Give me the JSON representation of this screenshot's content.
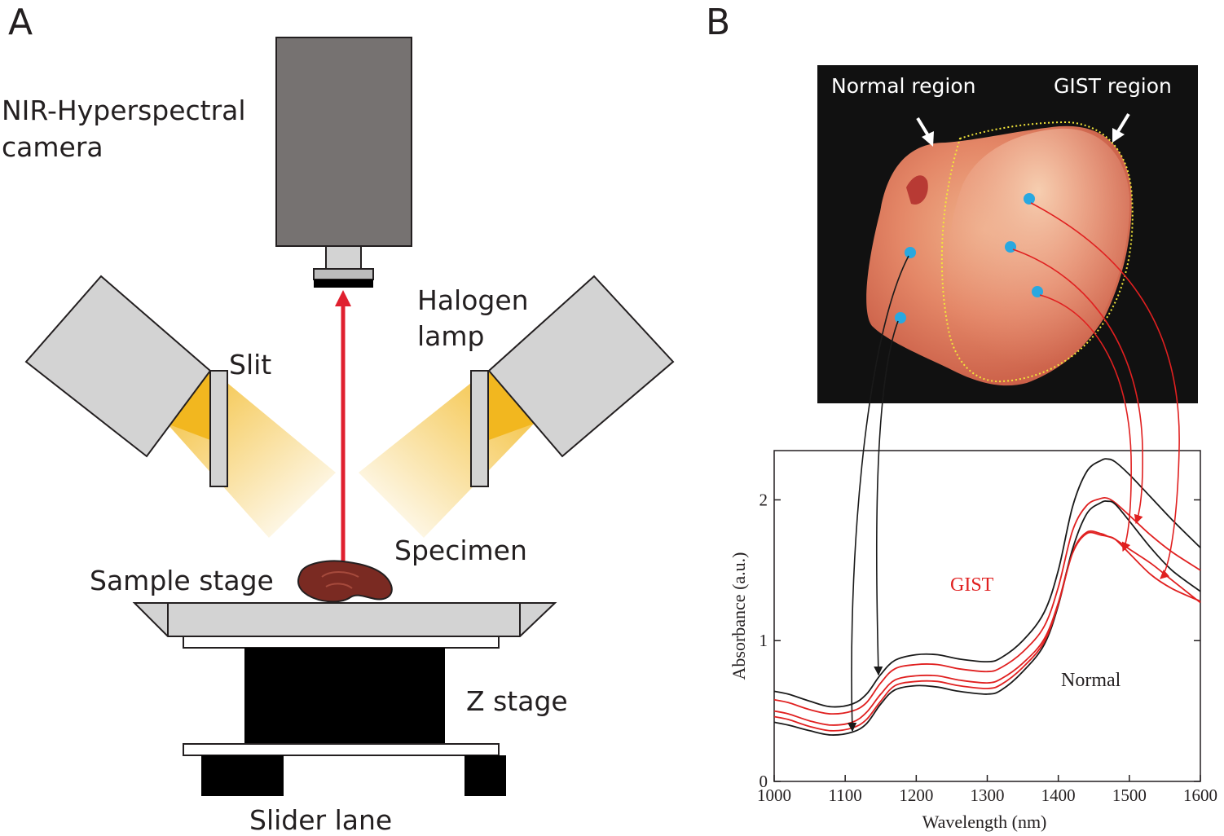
{
  "panel_a": {
    "letter": "A",
    "camera_label_line1": "NIR-Hyperspectral",
    "camera_label_line2": "camera",
    "lamp_label_line1": "Halogen",
    "lamp_label_line2": "lamp",
    "slit_label": "Slit",
    "specimen_label": "Specimen",
    "sample_stage_label": "Sample stage",
    "z_stage_label": "Z stage",
    "slider_lane_label": "Slider lane",
    "colors": {
      "camera_body": "#767271",
      "lamp_housing": "#d3d3d3",
      "light": "#f2b71f",
      "beam": "#e0202f",
      "specimen": "#7a2a22",
      "stage": "#d3d3d3",
      "z_stage": "#000000"
    }
  },
  "panel_b": {
    "letter": "B",
    "photo": {
      "normal_label": "Normal region",
      "gist_label": "GIST region",
      "marker_color": "#29a8e0",
      "outline_color": "#f2e53a"
    },
    "annotations": {
      "gist": "GIST",
      "normal": "Normal"
    }
  },
  "chart_data": {
    "type": "line",
    "xlabel": "Wavelength (nm)",
    "ylabel": "Absorbance (a.u.)",
    "xlim": [
      1000,
      1600
    ],
    "ylim": [
      0,
      2.35
    ],
    "xticks": [
      1000,
      1100,
      1200,
      1300,
      1400,
      1500,
      1600
    ],
    "yticks": [
      0,
      1,
      2
    ],
    "grid": false,
    "x": [
      1000,
      1020,
      1050,
      1080,
      1110,
      1130,
      1150,
      1170,
      1200,
      1230,
      1260,
      1300,
      1320,
      1350,
      1380,
      1400,
      1420,
      1440,
      1460,
      1470,
      1480,
      1500,
      1530,
      1560,
      1600
    ],
    "series": [
      {
        "color": "#1a1a1a",
        "values": [
          0.64,
          0.62,
          0.57,
          0.53,
          0.55,
          0.62,
          0.76,
          0.86,
          0.9,
          0.9,
          0.87,
          0.85,
          0.88,
          1.0,
          1.2,
          1.5,
          1.95,
          2.2,
          2.28,
          2.29,
          2.27,
          2.18,
          2.02,
          1.86,
          1.66
        ]
      },
      {
        "color": "#e02020",
        "values": [
          0.58,
          0.56,
          0.51,
          0.48,
          0.5,
          0.56,
          0.7,
          0.8,
          0.83,
          0.83,
          0.8,
          0.78,
          0.81,
          0.92,
          1.1,
          1.38,
          1.78,
          1.96,
          2.01,
          2.01,
          1.98,
          1.89,
          1.75,
          1.63,
          1.5
        ]
      },
      {
        "color": "#e02020",
        "values": [
          0.5,
          0.48,
          0.43,
          0.4,
          0.42,
          0.49,
          0.62,
          0.72,
          0.75,
          0.75,
          0.72,
          0.7,
          0.73,
          0.84,
          1.01,
          1.27,
          1.63,
          1.77,
          1.76,
          1.74,
          1.72,
          1.65,
          1.55,
          1.43,
          1.27
        ]
      },
      {
        "color": "#1a1a1a",
        "values": [
          0.42,
          0.4,
          0.36,
          0.33,
          0.35,
          0.41,
          0.55,
          0.65,
          0.68,
          0.67,
          0.64,
          0.62,
          0.65,
          0.78,
          0.97,
          1.25,
          1.65,
          1.9,
          1.98,
          1.99,
          1.97,
          1.85,
          1.66,
          1.5,
          1.35
        ]
      },
      {
        "color": "#e02020",
        "values": [
          0.46,
          0.44,
          0.39,
          0.36,
          0.38,
          0.44,
          0.57,
          0.68,
          0.71,
          0.71,
          0.68,
          0.66,
          0.69,
          0.81,
          0.99,
          1.26,
          1.62,
          1.76,
          1.75,
          1.74,
          1.72,
          1.62,
          1.47,
          1.37,
          1.28
        ]
      }
    ]
  }
}
